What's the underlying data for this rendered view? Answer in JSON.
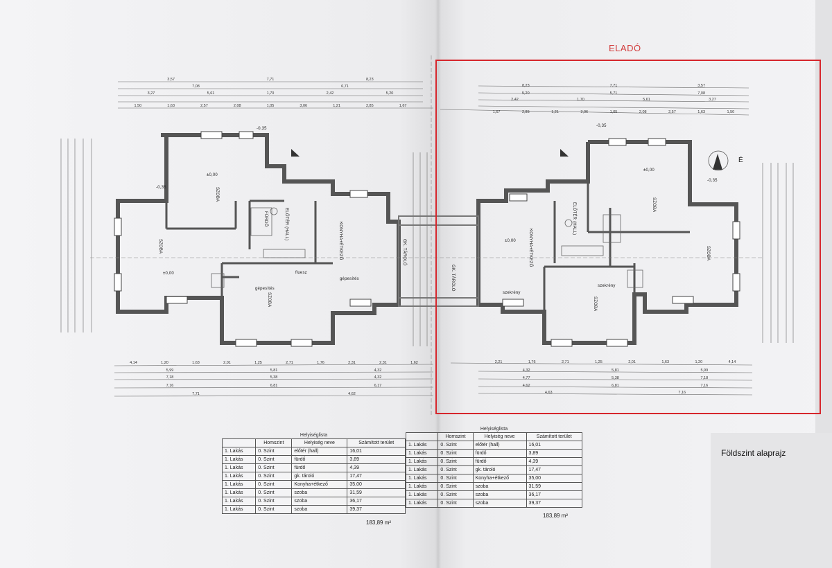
{
  "annotation": {
    "title": "ELADÓ",
    "color": "#d6262c"
  },
  "caption": "Földszint alaprajz",
  "rooms_left": {
    "szoba_a": "SZOBA",
    "szoba_b": "SZOBA",
    "szoba_c": "SZOBA",
    "konyha": "KONYHA+ÉTKEZŐ",
    "tarolo": "GK. TÁROLÓ",
    "eloter": "ELŐTÉR (HALL)",
    "furdo": "FÜRDŐ",
    "level_a": "±0,00",
    "level_b": "-0,35",
    "gepesitett": "gépesítés",
    "fluesz": "fluesz"
  },
  "rooms_right": {
    "szoba_a": "SZOBA",
    "szoba_b": "SZOBA",
    "szoba_c": "SZOBA",
    "konyha": "KONYHA+ÉTKEZŐ",
    "tarolo": "GK. TÁROLÓ",
    "eloter": "ELŐTÉR (HALL)",
    "level_a": "±0,00",
    "level_b": "-0,35",
    "szekreny_a": "szekrény",
    "szekreny_b": "szekrény",
    "north": "É"
  },
  "dims_top_left": [
    "3,57",
    "7,71",
    "8,23",
    "7,08",
    "6,71",
    "3,27",
    "5,61",
    "1,70",
    "2,42",
    "5,20",
    "1,50",
    "1,63",
    "2,57",
    "2,08",
    "1,05",
    "3,06",
    "1,21",
    "2,85",
    "1,67"
  ],
  "dims_top_right": [
    "8,23",
    "7,71",
    "3,57",
    "5,20",
    "5,71",
    "7,08",
    "2,42",
    "1,70",
    "5,61",
    "3,27",
    "1,67",
    "2,85",
    "1,21",
    "3,06",
    "1,05",
    "2,08",
    "2,57",
    "1,63",
    "1,50"
  ],
  "dims_bottom_left": [
    "4,14",
    "1,20",
    "1,63",
    "2,01",
    "1,25",
    "2,71",
    "1,76",
    "2,31",
    "2,31",
    "1,62",
    "5,99",
    "5,81",
    "4,32",
    "7,18",
    "5,38",
    "4,32",
    "7,16",
    "6,81",
    "6,17",
    "7,71",
    "4,62"
  ],
  "dims_bottom_right": [
    "2,21",
    "1,76",
    "2,71",
    "1,25",
    "2,01",
    "1,63",
    "1,20",
    "4,14",
    "4,32",
    "5,81",
    "5,99",
    "4,77",
    "5,38",
    "7,18",
    "4,62",
    "6,81",
    "7,16",
    "4,63",
    "7,16"
  ],
  "schedules": [
    {
      "title": "Helyiséglista",
      "headers": [
        "",
        "Homszint",
        "Helyiség neve",
        "Számított terület"
      ],
      "rows": [
        [
          "1. Lakás",
          "0. Szint",
          "előtér (hall)",
          "16,01"
        ],
        [
          "1. Lakás",
          "0. Szint",
          "fürdő",
          "3,89"
        ],
        [
          "1. Lakás",
          "0. Szint",
          "fürdő",
          "4,39"
        ],
        [
          "1. Lakás",
          "0. Szint",
          "gk. tároló",
          "17,47"
        ],
        [
          "1. Lakás",
          "0. Szint",
          "Konyha+étkező",
          "35,00"
        ],
        [
          "1. Lakás",
          "0. Szint",
          "szoba",
          "31,59"
        ],
        [
          "1. Lakás",
          "0. Szint",
          "szoba",
          "36,17"
        ],
        [
          "1. Lakás",
          "0. Szint",
          "szoba",
          "39,37"
        ]
      ],
      "total": "183,89 m²"
    },
    {
      "title": "Helyiséglista",
      "headers": [
        "",
        "Homszint",
        "Helyiség neve",
        "Számított terület"
      ],
      "rows": [
        [
          "1. Lakás",
          "0. Szint",
          "előtér (hall)",
          "16,01"
        ],
        [
          "1. Lakás",
          "0. Szint",
          "fürdő",
          "3,89"
        ],
        [
          "1. Lakás",
          "0. Szint",
          "fürdő",
          "4,39"
        ],
        [
          "1. Lakás",
          "0. Szint",
          "gk. tároló",
          "17,47"
        ],
        [
          "1. Lakás",
          "0. Szint",
          "Konyha+étkező",
          "35,00"
        ],
        [
          "1. Lakás",
          "0. Szint",
          "szoba",
          "31,59"
        ],
        [
          "1. Lakás",
          "0. Szint",
          "szoba",
          "36,17"
        ],
        [
          "1. Lakás",
          "0. Szint",
          "szoba",
          "39,37"
        ]
      ],
      "total": "183,89 m²"
    }
  ]
}
